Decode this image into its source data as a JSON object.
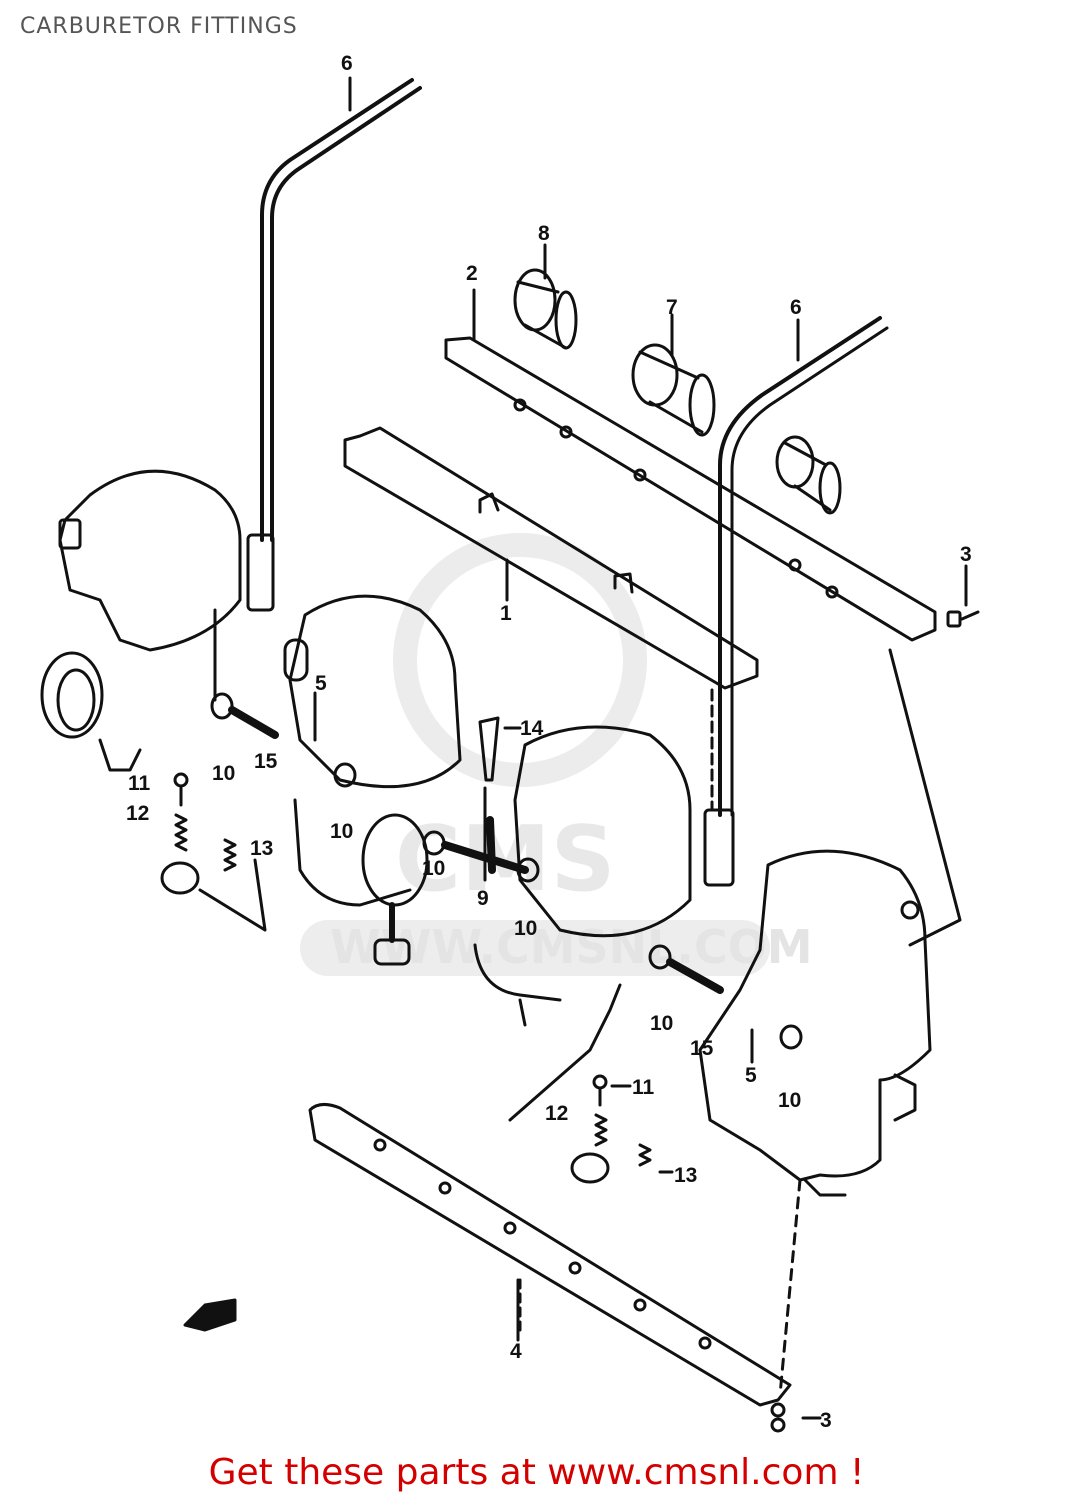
{
  "title": "CARBURETOR FITTINGS",
  "footer": "Get these parts at www.cmsnl.com !",
  "watermark": {
    "logo_text": "CMS",
    "url": "WWW.CMSNL.COM"
  },
  "callouts": {
    "c1": "1",
    "c2": "2",
    "c3a": "3",
    "c3b": "3",
    "c4": "4",
    "c5a": "5",
    "c5b": "5",
    "c6a": "6",
    "c6b": "6",
    "c7": "7",
    "c8": "8",
    "c9": "9",
    "c10a": "10",
    "c10b": "10",
    "c10c": "10",
    "c10d": "10",
    "c10e": "10",
    "c10f": "10",
    "c11a": "11",
    "c11b": "11",
    "c12a": "12",
    "c12b": "12",
    "c13a": "13",
    "c13b": "13",
    "c14": "14",
    "c15a": "15",
    "c15b": "15"
  },
  "colors": {
    "line": "#111111",
    "footer": "#d40000",
    "title": "#555555",
    "watermark": "#e4e4e4"
  }
}
